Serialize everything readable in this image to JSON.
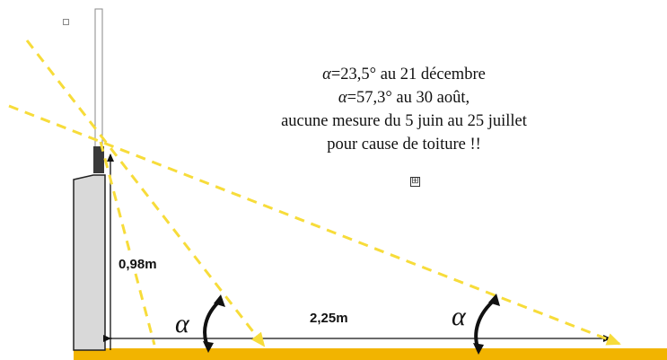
{
  "caption": {
    "line1_symbol": "α",
    "line1_text": "=23,5° au 21 décembre",
    "line2_symbol": "α",
    "line2_text": "=57,3° au 30 août,",
    "line3": "aucune mesure du 5 juin au 25 juillet",
    "line4": "pour cause de toiture !!"
  },
  "dimensions": {
    "height_label": "0,98m",
    "distance_label": "2,25m"
  },
  "angle_labels": {
    "angle_left": "α",
    "angle_right": "α"
  },
  "icons": {
    "move_handle": "⊞"
  },
  "colors": {
    "sun_ray": "#f7dc3a",
    "ground": "#f2b400",
    "post_fill": "#d9d9d9",
    "mask": "#3a3a3a",
    "ink": "#111111"
  }
}
